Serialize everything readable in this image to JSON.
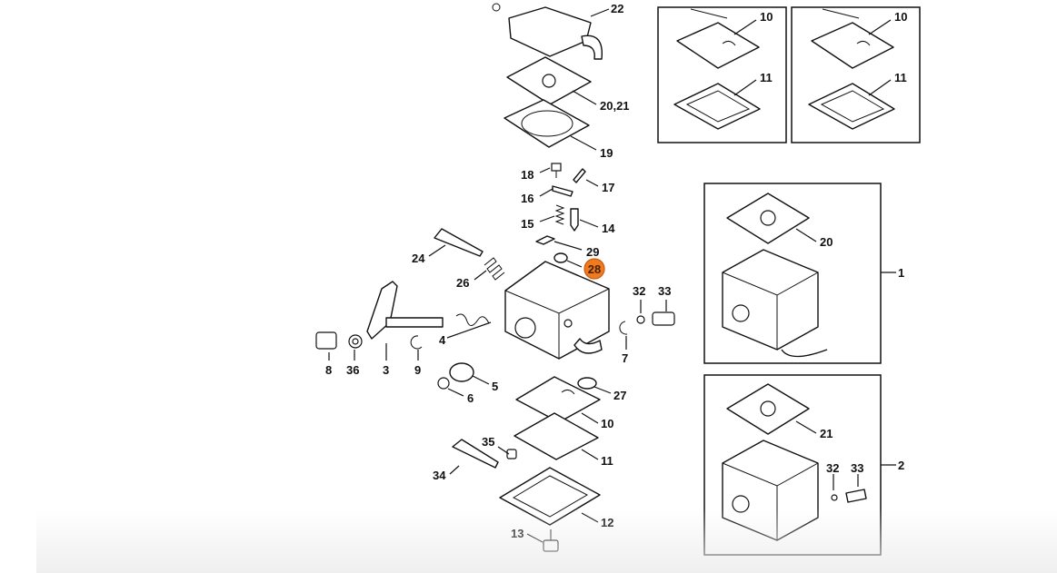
{
  "highlight_color": "#f07a1e",
  "labels": {
    "p22": "22",
    "p10a": "10",
    "p11a": "11",
    "p10b": "10",
    "p11b": "11",
    "p2021": "20,21",
    "p19": "19",
    "p18": "18",
    "p17": "17",
    "p16": "16",
    "p15": "15",
    "p14": "14",
    "p29": "29",
    "p28": "28",
    "p24": "24",
    "p26": "26",
    "p32": "32",
    "p33": "33",
    "p4": "4",
    "p7": "7",
    "p8": "8",
    "p36": "36",
    "p3": "3",
    "p9": "9",
    "p5": "5",
    "p6": "6",
    "p27": "27",
    "p10": "10",
    "p35": "35",
    "p11": "11",
    "p34": "34",
    "p12": "12",
    "p13": "13",
    "p20": "20",
    "p1": "1",
    "p21": "21",
    "p32b": "32",
    "p33b": "33",
    "p2": "2"
  }
}
